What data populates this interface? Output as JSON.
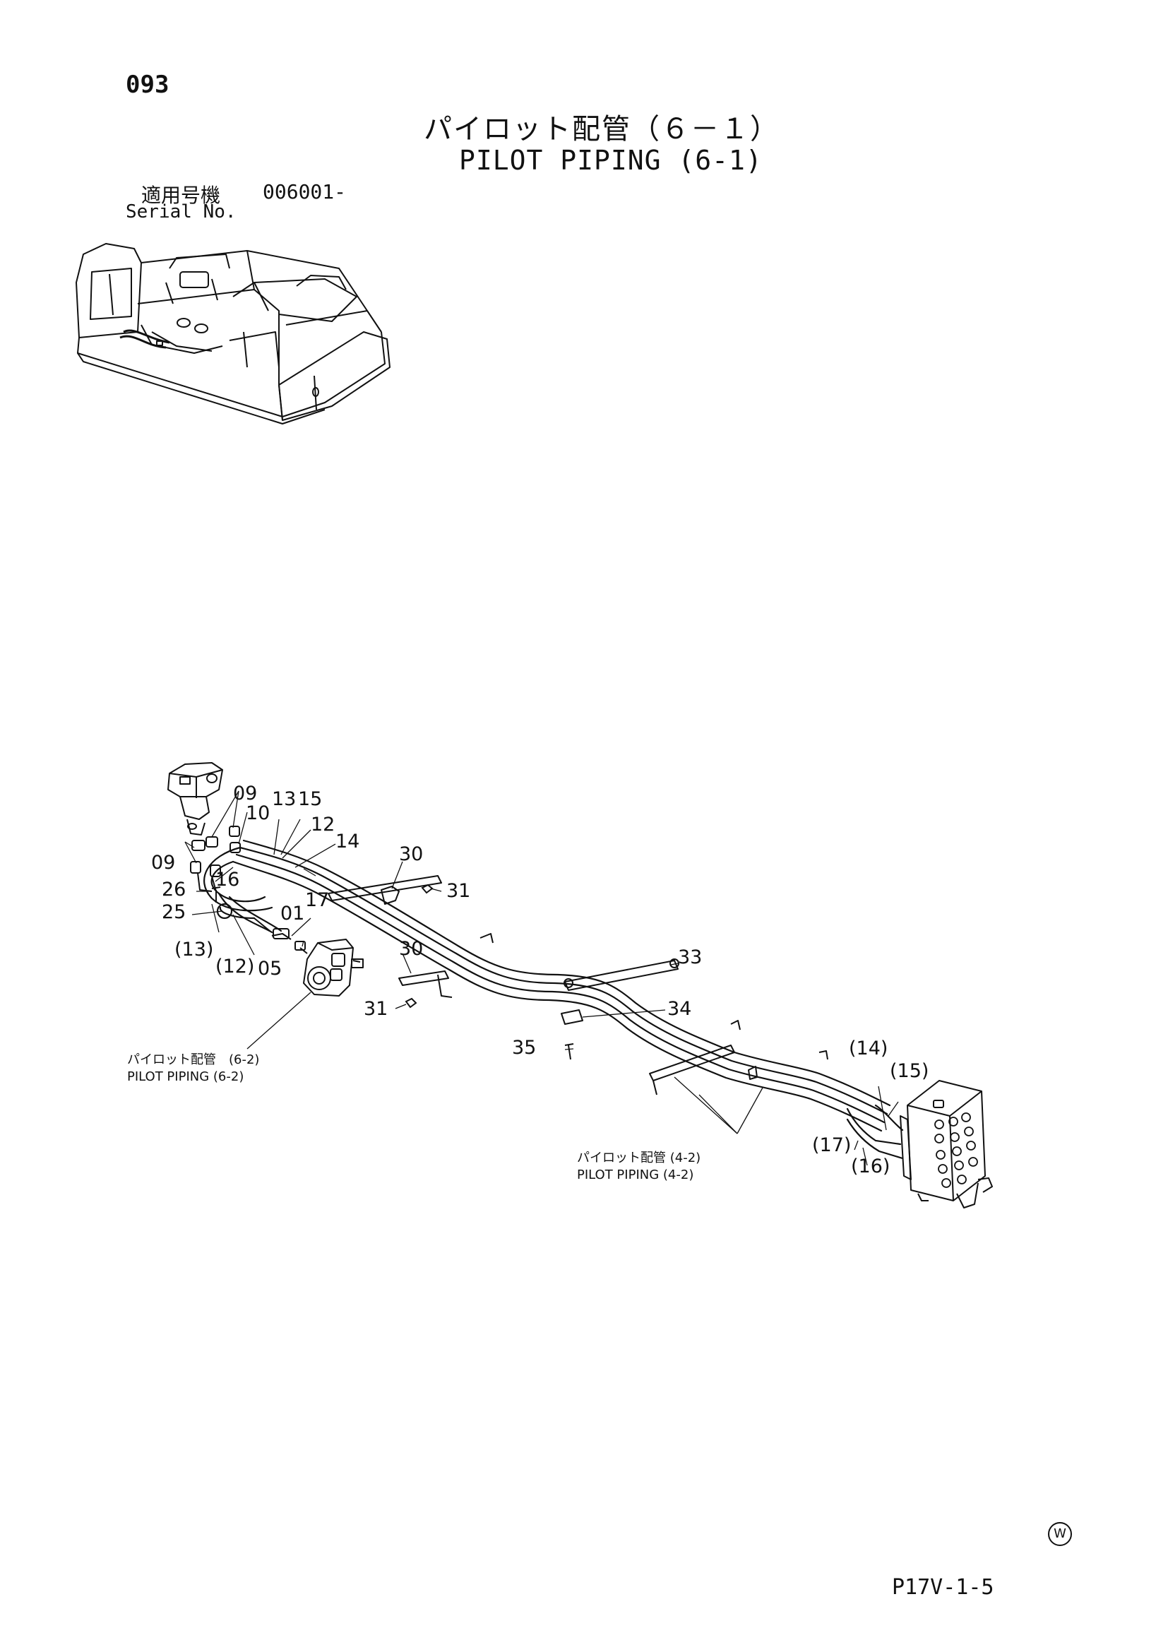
{
  "page_number": "093",
  "title_jp": "パイロット配管（６－１）",
  "title_en": "PILOT PIPING (6-1)",
  "serial": {
    "label_jp": "適用号機",
    "value": "006001-",
    "label_en": "Serial No."
  },
  "callouts": {
    "c09a": "09",
    "c10": "10",
    "c13": "13",
    "c15": "15",
    "c12": "12",
    "c14": "14",
    "c30a": "30",
    "c31a": "31",
    "c09b": "09",
    "c26": "26",
    "c16": "16",
    "c17": "17",
    "c25": "25",
    "c01": "01",
    "c13p": "(13)",
    "c12p": "(12)",
    "c05": "05",
    "c30b": "30",
    "c33": "33",
    "c34": "34",
    "c31b": "31",
    "c35": "35",
    "c14p": "(14)",
    "c15p": "(15)",
    "c17p": "(17)",
    "c16p": "(16)"
  },
  "references": {
    "ref62_jp": "パイロット配管　(6-2)",
    "ref62_en": "PILOT PIPING (6-2)",
    "ref42_jp": "パイロット配管 (4-2)",
    "ref42_en": "PILOT PIPING (4-2)"
  },
  "footer": {
    "code": "P17V-1-5",
    "mark": "W"
  }
}
